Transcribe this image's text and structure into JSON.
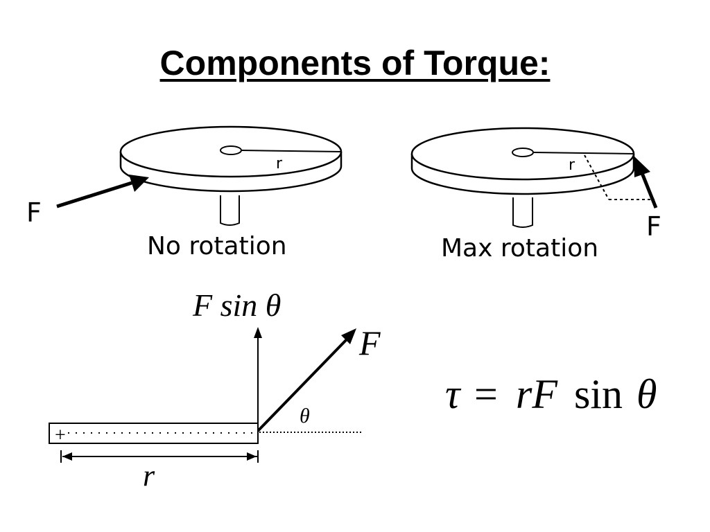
{
  "title": "Components of Torque:",
  "left_disk": {
    "caption": "No rotation",
    "force_label": "F",
    "radius_label": "r"
  },
  "right_disk": {
    "caption": "Max rotation",
    "force_label": "F",
    "radius_label": "r"
  },
  "vector_diagram": {
    "perp_label": "F sin θ",
    "force_label": "F",
    "angle_label": "θ",
    "pivot_symbol": "+",
    "radius_label": "r"
  },
  "equation": {
    "tau": "τ",
    "equals": "=",
    "rF": "rF",
    "sin": "sin",
    "theta": "θ"
  },
  "colors": {
    "ink": "#000000",
    "background": "#ffffff"
  }
}
